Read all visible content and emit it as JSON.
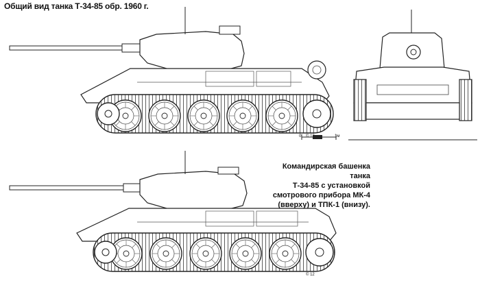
{
  "title": "Общий вид танка Т-34-85 обр. 1960 г.",
  "caption_lines": [
    "Командирская башенка танка",
    "Т-34-85 с установкой",
    "смотрового прибора МК-4",
    "(вверху) и ТПК-1 (внизу)."
  ],
  "scale": {
    "zero": "0",
    "unit": "1м"
  },
  "signature": "© 12"
}
